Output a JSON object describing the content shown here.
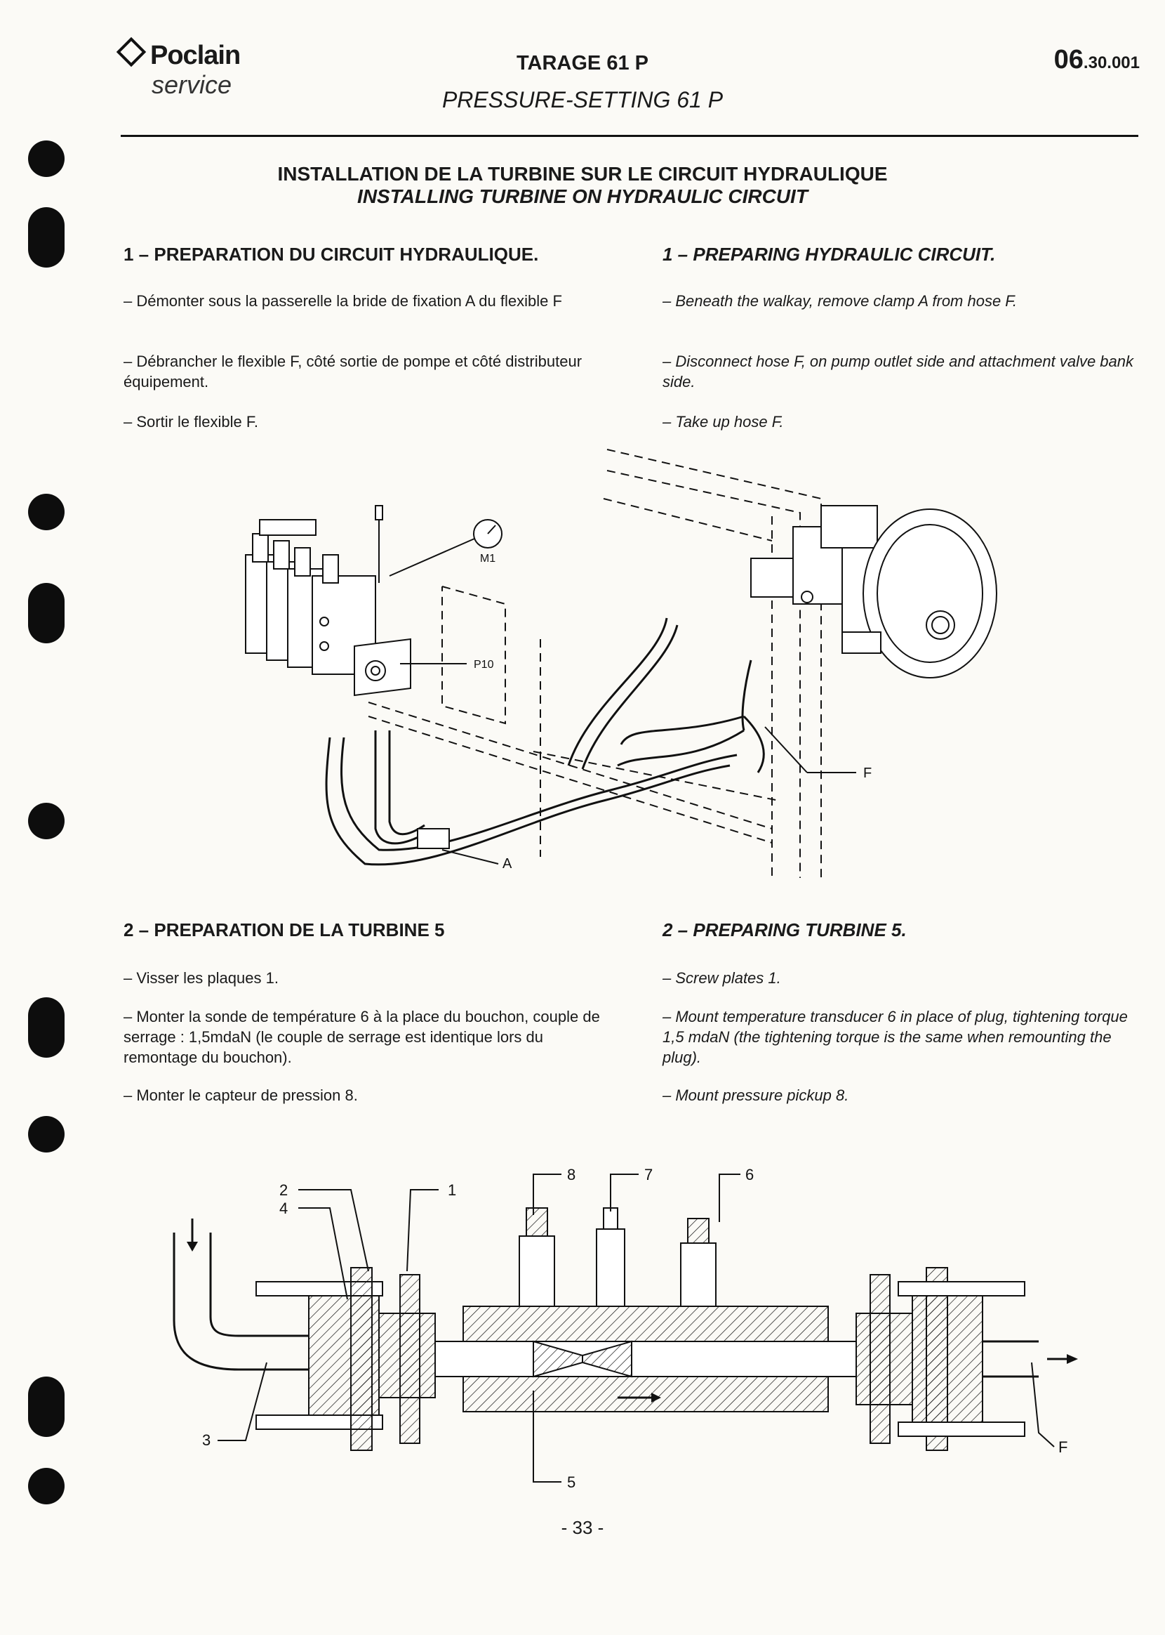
{
  "header": {
    "brand": "Poclain",
    "brand_sub": "service",
    "title_fr": "TARAGE 61 P",
    "title_en": "PRESSURE-SETTING 61 P",
    "page_code_main": "06",
    "page_code_suffix": ".30.001"
  },
  "section": {
    "title_fr": "INSTALLATION DE LA TURBINE SUR LE CIRCUIT HYDRAULIQUE",
    "title_en": "INSTALLING TURBINE ON HYDRAULIC CIRCUIT"
  },
  "part1": {
    "heading_fr": "1 – PREPARATION DU CIRCUIT HYDRAULIQUE.",
    "heading_en": "1 – PREPARING HYDRAULIC CIRCUIT.",
    "fr": [
      "– Démonter sous la passerelle la bride de fixation A du flexible F",
      "– Débrancher le flexible F, côté sortie de pompe et côté distributeur équipement.",
      "– Sortir le flexible F."
    ],
    "en": [
      "– Beneath the walkay, remove clamp A from hose F.",
      "– Disconnect hose F, on pump outlet side and attachment valve bank side.",
      "– Take up hose F."
    ]
  },
  "diagram1": {
    "labels": {
      "m1": "M1",
      "p10": "P10",
      "f": "F",
      "a": "A"
    }
  },
  "part2": {
    "heading_fr": "2 – PREPARATION DE LA TURBINE 5",
    "heading_en": "2 – PREPARING TURBINE 5.",
    "fr": [
      "– Visser les plaques 1.",
      "– Monter la sonde de température 6 à la place du bouchon, couple de serrage : 1,5mdaN (le couple de serrage est identique lors du remontage du bouchon).",
      "– Monter le capteur de pression 8."
    ],
    "en": [
      "– Screw plates 1.",
      "– Mount temperature transducer 6 in place of plug, tightening torque 1,5 mdaN (the tightening torque is the same when remounting the plug).",
      "– Mount pressure pickup 8."
    ]
  },
  "diagram2": {
    "labels": {
      "l1": "1",
      "l2": "2",
      "l3": "3",
      "l4": "4",
      "l5": "5",
      "l6": "6",
      "l7": "7",
      "l8": "8",
      "lf": "F"
    }
  },
  "footer": {
    "page_number": "- 33 -"
  }
}
